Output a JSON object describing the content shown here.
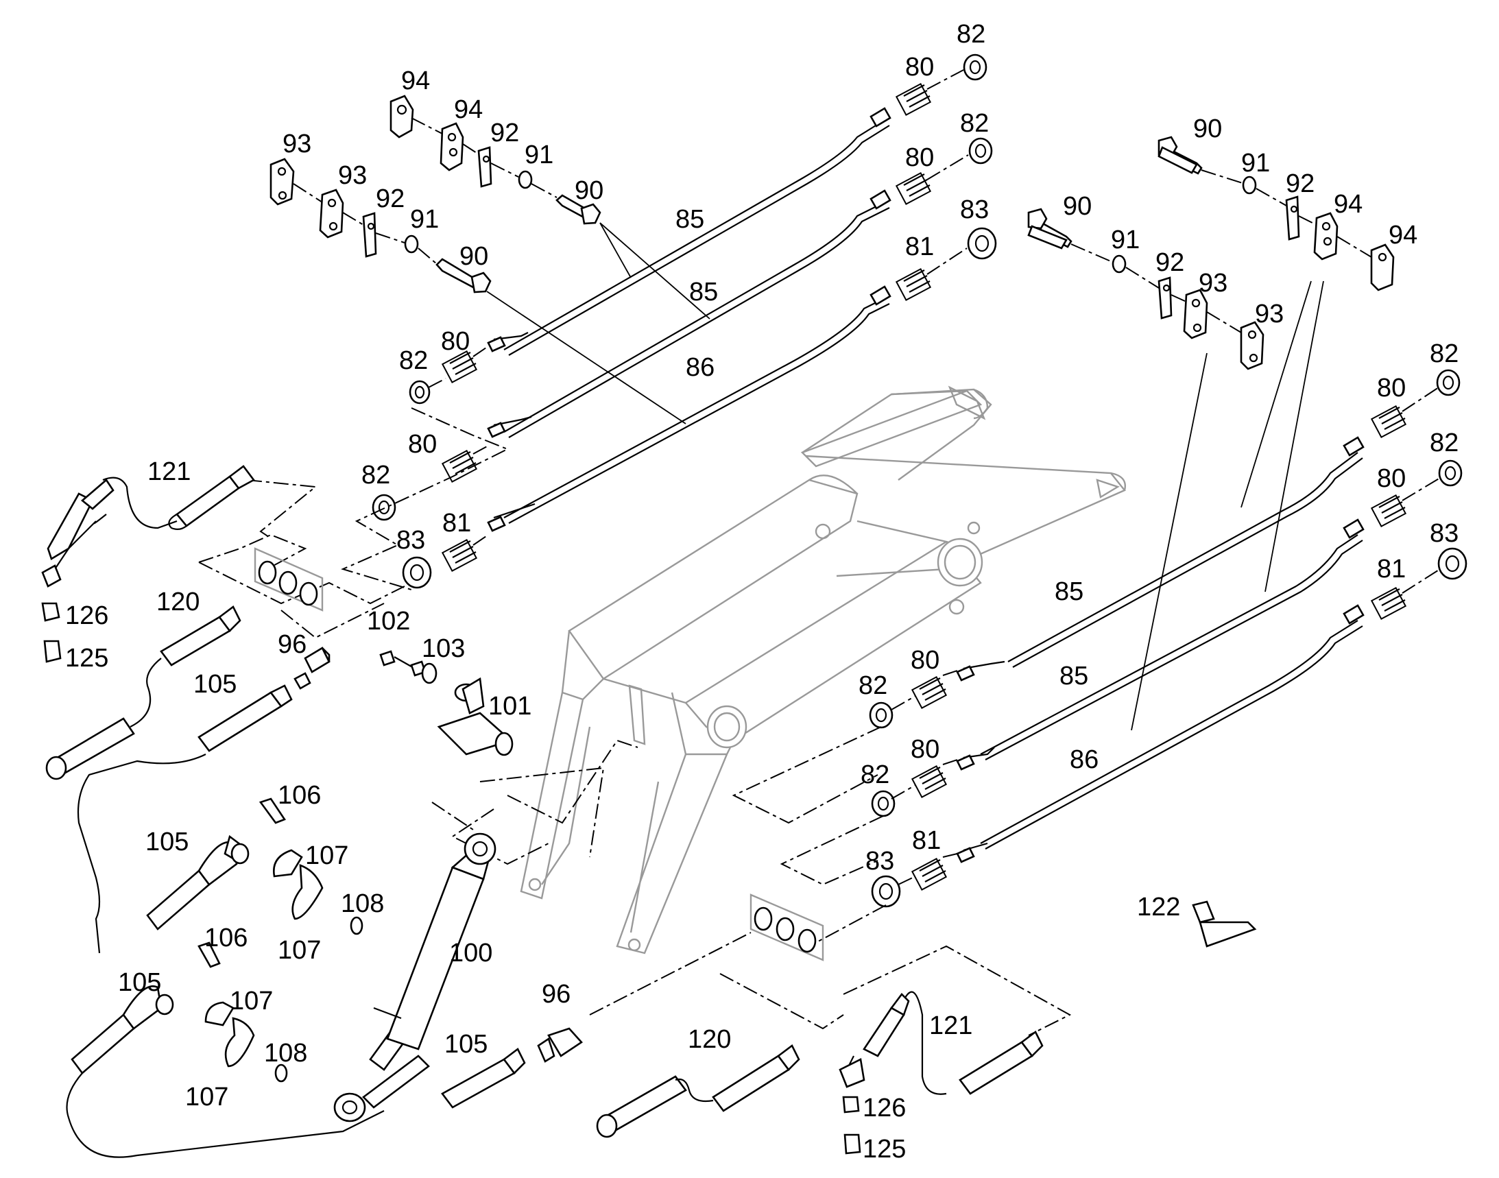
{
  "diagram": {
    "labels": [
      {
        "id": "l82a",
        "text": "82"
      },
      {
        "id": "l80a",
        "text": "80"
      },
      {
        "id": "l82b",
        "text": "82"
      },
      {
        "id": "l80b",
        "text": "80"
      },
      {
        "id": "l83a",
        "text": "83"
      },
      {
        "id": "l81a",
        "text": "81"
      },
      {
        "id": "l94a",
        "text": "94"
      },
      {
        "id": "l94b",
        "text": "94"
      },
      {
        "id": "l92a",
        "text": "92"
      },
      {
        "id": "l91a",
        "text": "91"
      },
      {
        "id": "l90a",
        "text": "90"
      },
      {
        "id": "l93a",
        "text": "93"
      },
      {
        "id": "l93b",
        "text": "93"
      },
      {
        "id": "l92b",
        "text": "92"
      },
      {
        "id": "l91b",
        "text": "91"
      },
      {
        "id": "l90b",
        "text": "90"
      },
      {
        "id": "l85a",
        "text": "85"
      },
      {
        "id": "l85b",
        "text": "85"
      },
      {
        "id": "l86a",
        "text": "86"
      },
      {
        "id": "l82c",
        "text": "82"
      },
      {
        "id": "l80c",
        "text": "80"
      },
      {
        "id": "l80d",
        "text": "80"
      },
      {
        "id": "l82d",
        "text": "82"
      },
      {
        "id": "l83b",
        "text": "83"
      },
      {
        "id": "l81b",
        "text": "81"
      },
      {
        "id": "l121a",
        "text": "121"
      },
      {
        "id": "l126a",
        "text": "126"
      },
      {
        "id": "l125a",
        "text": "125"
      },
      {
        "id": "l120a",
        "text": "120"
      },
      {
        "id": "l96a",
        "text": "96"
      },
      {
        "id": "l105a",
        "text": "105"
      },
      {
        "id": "l102",
        "text": "102"
      },
      {
        "id": "l103",
        "text": "103"
      },
      {
        "id": "l101",
        "text": "101"
      },
      {
        "id": "l90c",
        "text": "90"
      },
      {
        "id": "l91c",
        "text": "91"
      },
      {
        "id": "l92c",
        "text": "92"
      },
      {
        "id": "l94c",
        "text": "94"
      },
      {
        "id": "l94d",
        "text": "94"
      },
      {
        "id": "l90d",
        "text": "90"
      },
      {
        "id": "l91d",
        "text": "91"
      },
      {
        "id": "l92d",
        "text": "92"
      },
      {
        "id": "l93c",
        "text": "93"
      },
      {
        "id": "l93d",
        "text": "93"
      },
      {
        "id": "l82e",
        "text": "82"
      },
      {
        "id": "l80e",
        "text": "80"
      },
      {
        "id": "l82f",
        "text": "82"
      },
      {
        "id": "l80f",
        "text": "80"
      },
      {
        "id": "l83c",
        "text": "83"
      },
      {
        "id": "l81c",
        "text": "81"
      },
      {
        "id": "l85c",
        "text": "85"
      },
      {
        "id": "l85d",
        "text": "85"
      },
      {
        "id": "l86b",
        "text": "86"
      },
      {
        "id": "l80g",
        "text": "80"
      },
      {
        "id": "l82g",
        "text": "82"
      },
      {
        "id": "l80h",
        "text": "80"
      },
      {
        "id": "l82h",
        "text": "82"
      },
      {
        "id": "l81d",
        "text": "81"
      },
      {
        "id": "l83d",
        "text": "83"
      },
      {
        "id": "l106a",
        "text": "106"
      },
      {
        "id": "l105b",
        "text": "105"
      },
      {
        "id": "l107a",
        "text": "107"
      },
      {
        "id": "l108a",
        "text": "108"
      },
      {
        "id": "l107b",
        "text": "107"
      },
      {
        "id": "l106b",
        "text": "106"
      },
      {
        "id": "l105c",
        "text": "105"
      },
      {
        "id": "l107c",
        "text": "107"
      },
      {
        "id": "l108b",
        "text": "108"
      },
      {
        "id": "l107d",
        "text": "107"
      },
      {
        "id": "l100",
        "text": "100"
      },
      {
        "id": "l96b",
        "text": "96"
      },
      {
        "id": "l105d",
        "text": "105"
      },
      {
        "id": "l120b",
        "text": "120"
      },
      {
        "id": "l121b",
        "text": "121"
      },
      {
        "id": "l126b",
        "text": "126"
      },
      {
        "id": "l125b",
        "text": "125"
      },
      {
        "id": "l122",
        "text": "122"
      }
    ]
  }
}
